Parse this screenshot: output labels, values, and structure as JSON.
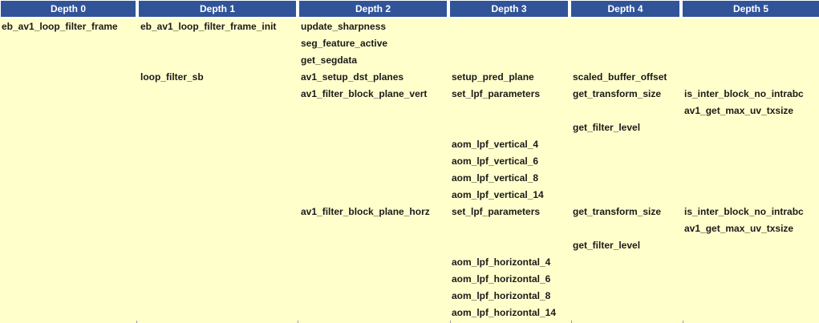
{
  "colors": {
    "header_bg": "#315499",
    "header_text": "#FFFFFF",
    "body_bg": "#FFFFCC",
    "body_text": "#1A1A1A"
  },
  "table": {
    "headers": [
      "Depth 0",
      "Depth 1",
      "Depth 2",
      "Depth 3",
      "Depth 4",
      "Depth 5"
    ],
    "rows": [
      {
        "cells": [
          "eb_av1_loop_filter_frame",
          "eb_av1_loop_filter_frame_init",
          "update_sharpness",
          "",
          "",
          ""
        ]
      },
      {
        "cells": [
          "",
          "",
          "seg_feature_active",
          "",
          "",
          ""
        ]
      },
      {
        "cells": [
          "",
          "",
          "get_segdata",
          "",
          "",
          ""
        ]
      },
      {
        "cells": [
          "",
          "loop_filter_sb",
          "av1_setup_dst_planes",
          "setup_pred_plane",
          "scaled_buffer_offset",
          ""
        ]
      },
      {
        "cells": [
          "",
          "",
          "av1_filter_block_plane_vert",
          "set_lpf_parameters",
          "get_transform_size",
          "is_inter_block_no_intrabc"
        ]
      },
      {
        "cells": [
          "",
          "",
          "",
          "",
          "",
          "av1_get_max_uv_txsize"
        ]
      },
      {
        "cells": [
          "",
          "",
          "",
          "",
          "get_filter_level",
          ""
        ]
      },
      {
        "cells": [
          "",
          "",
          "",
          "aom_lpf_vertical_4",
          "",
          ""
        ]
      },
      {
        "cells": [
          "",
          "",
          "",
          "aom_lpf_vertical_6",
          "",
          ""
        ]
      },
      {
        "cells": [
          "",
          "",
          "",
          "aom_lpf_vertical_8",
          "",
          ""
        ]
      },
      {
        "cells": [
          "",
          "",
          "",
          "aom_lpf_vertical_14",
          "",
          ""
        ]
      },
      {
        "cells": [
          "",
          "",
          "av1_filter_block_plane_horz",
          "set_lpf_parameters",
          "get_transform_size",
          "is_inter_block_no_intrabc"
        ]
      },
      {
        "cells": [
          "",
          "",
          "",
          "",
          "",
          "av1_get_max_uv_txsize"
        ]
      },
      {
        "cells": [
          "",
          "",
          "",
          "",
          "get_filter_level",
          ""
        ]
      },
      {
        "cells": [
          "",
          "",
          "",
          "aom_lpf_horizontal_4",
          "",
          ""
        ]
      },
      {
        "cells": [
          "",
          "",
          "",
          "aom_lpf_horizontal_6",
          "",
          ""
        ]
      },
      {
        "cells": [
          "",
          "",
          "",
          "aom_lpf_horizontal_8",
          "",
          ""
        ]
      },
      {
        "cells": [
          "",
          "",
          "",
          "aom_lpf_horizontal_14",
          "",
          ""
        ]
      }
    ]
  }
}
